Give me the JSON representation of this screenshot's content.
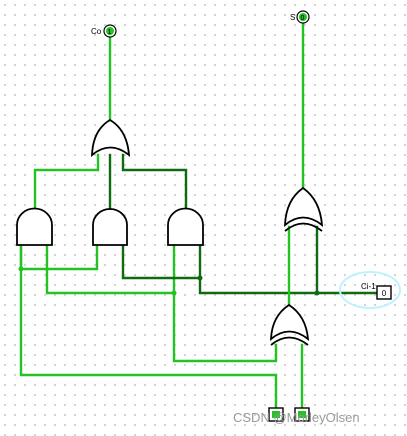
{
  "pins": {
    "co_label": "Co",
    "s_label": "S",
    "ci_label": "Ci-1"
  },
  "watermark": "CSDN @MorleyOlsen",
  "colors": {
    "wire_on": "#22c322",
    "wire_off": "#0f6a12",
    "selection_highlight": "#bff2ff"
  }
}
